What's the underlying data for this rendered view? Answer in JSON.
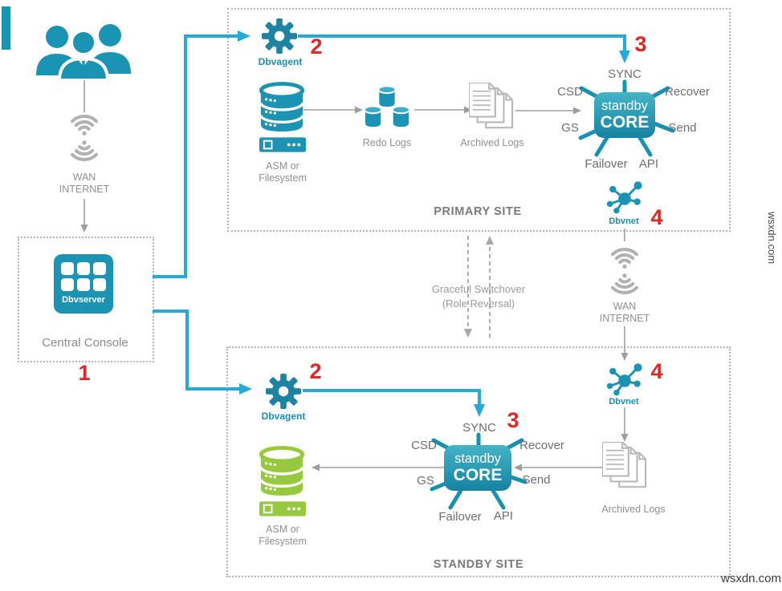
{
  "colors": {
    "teal": "#1b93b2",
    "cyan": "#25a9d6",
    "red": "#e32526",
    "green": "#96c93d",
    "gray_text": "#8f8f8f"
  },
  "watermarks": {
    "side": "wsxdn.com",
    "bottom": "wsxdn.com"
  },
  "clients": {
    "wan_line1": "WAN",
    "wan_line2": "INTERNET"
  },
  "central_console": {
    "app": "Dbvserver",
    "label": "Central Console",
    "step": "1"
  },
  "primary_site": {
    "title": "PRIMARY SITE",
    "dbvagent": {
      "label": "Dbvagent",
      "step": "2"
    },
    "asm": {
      "line1": "ASM or",
      "line2": "Filesystem"
    },
    "redo_logs": {
      "label": "Redo Logs"
    },
    "archived_logs": {
      "label": "Archived Logs"
    },
    "core": {
      "line1": "standby",
      "line2": "CORE",
      "step": "3",
      "ports": {
        "sync": "SYNC",
        "csd": "CSD",
        "recover": "Recover",
        "gs": "GS",
        "send": "Send",
        "failover": "Failover",
        "api": "API"
      }
    },
    "dbvnet": {
      "label": "Dbvnet",
      "step": "4"
    }
  },
  "interconnect": {
    "switchover_line1": "Graceful Switchover",
    "switchover_line2": "(Role Reversal)",
    "wan_line1": "WAN",
    "wan_line2": "INTERNET"
  },
  "standby_site": {
    "title": "STANDBY SITE",
    "dbvagent": {
      "label": "Dbvagent",
      "step": "2"
    },
    "core": {
      "line1": "standby",
      "line2": "CORE",
      "step": "3",
      "ports": {
        "sync": "SYNC",
        "csd": "CSD",
        "recover": "Recover",
        "gs": "GS",
        "send": "Send",
        "failover": "Failover",
        "api": "API"
      }
    },
    "dbvnet": {
      "label": "Dbvnet",
      "step": "4"
    },
    "archived_logs": {
      "label": "Archived Logs"
    },
    "asm": {
      "line1": "ASM or",
      "line2": "Filesystem"
    }
  }
}
